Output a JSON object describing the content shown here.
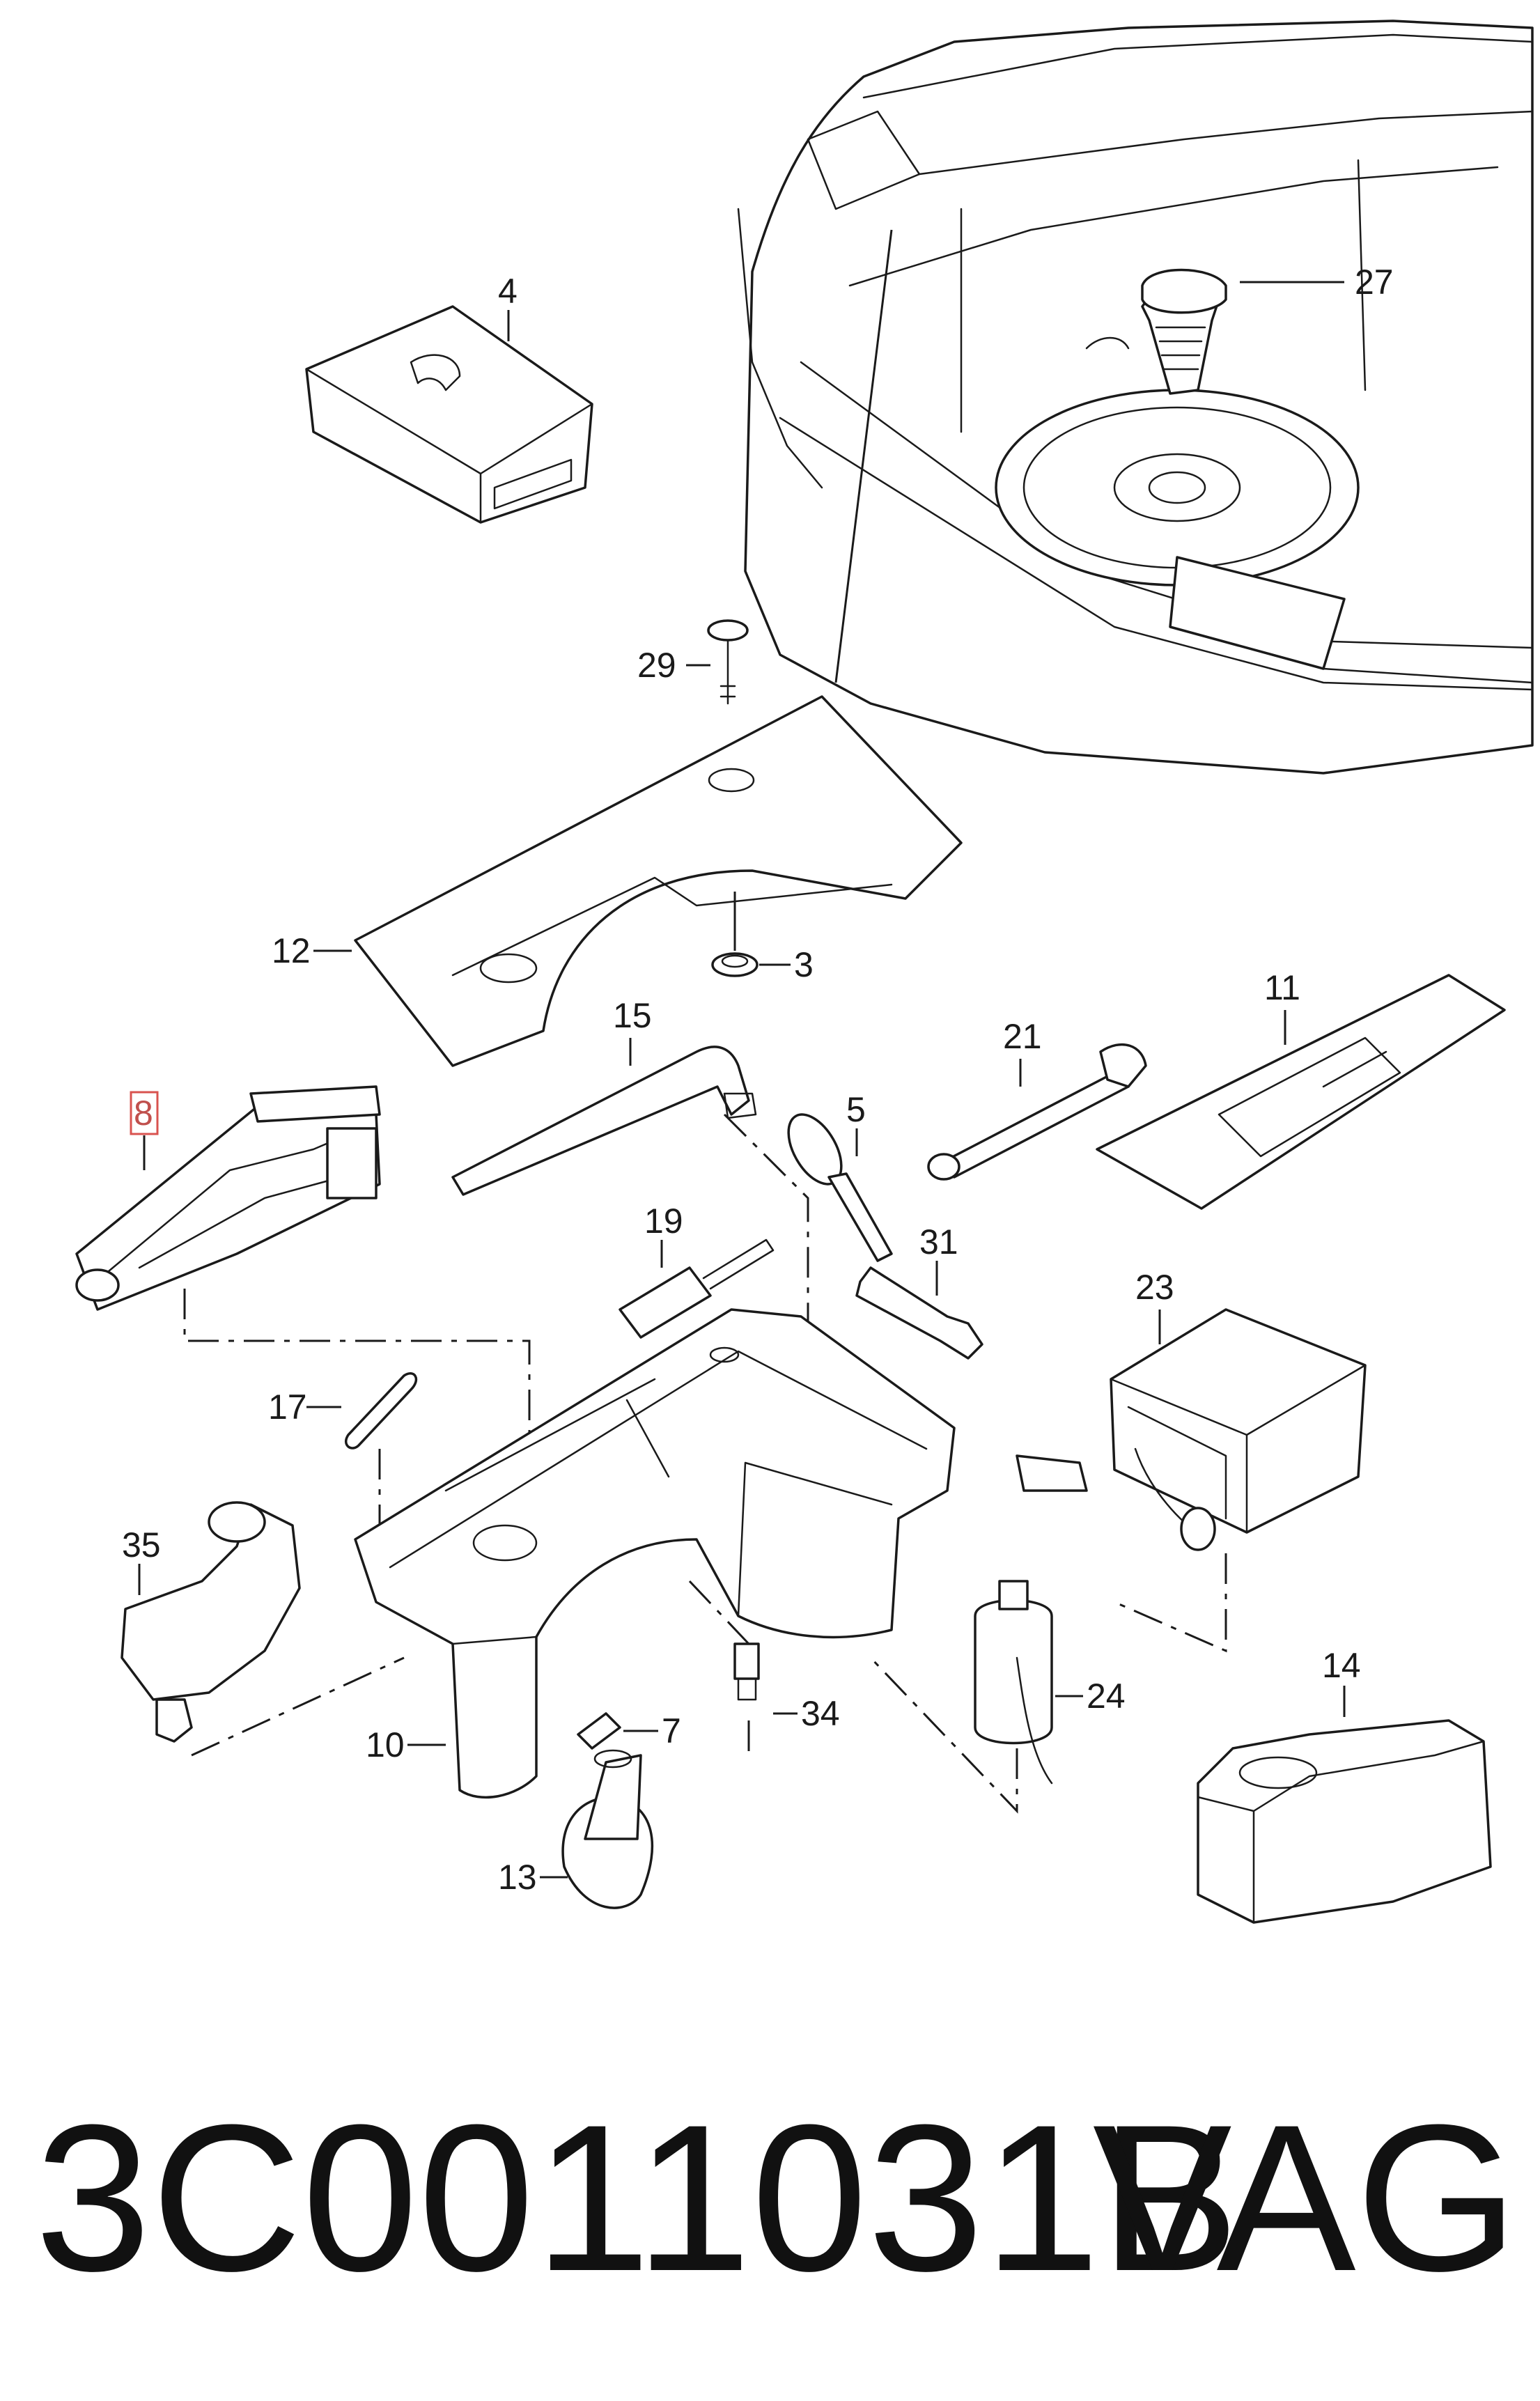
{
  "diagram": {
    "callouts": {
      "c3": "3",
      "c4": "4",
      "c5": "5",
      "c7": "7",
      "c8": "8",
      "c10": "10",
      "c11": "11",
      "c12": "12",
      "c13": "13",
      "c14": "14",
      "c15": "15",
      "c17": "17",
      "c19": "19",
      "c21": "21",
      "c23": "23",
      "c24": "24",
      "c27": "27",
      "c29": "29",
      "c31": "31",
      "c34": "34",
      "c35": "35"
    },
    "highlighted_callout": "8",
    "highlight_color": "#d9534f"
  },
  "footer": {
    "part_number": "3C0011031B",
    "brand": "VAG"
  }
}
